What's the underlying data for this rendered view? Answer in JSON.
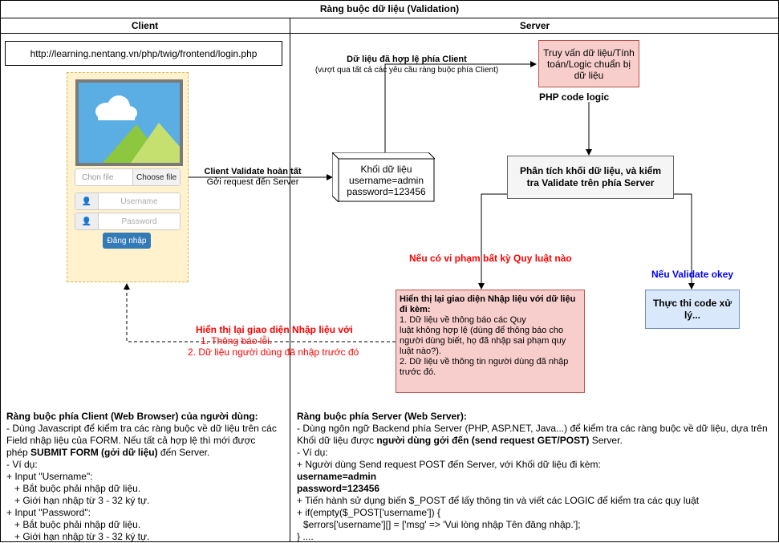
{
  "title": "Ràng buộc dữ liệu (Validation)",
  "columns": {
    "client": "Client",
    "server": "Server"
  },
  "client": {
    "url": "http://learning.nentang.vn/php/twig/frontend/login.php",
    "form": {
      "file_placeholder": "Chọn file",
      "file_button": "Choose file",
      "username_placeholder": "Username",
      "password_placeholder": "Password",
      "submit_label": "Đăng nhập"
    },
    "arrow_label": {
      "line1": "Client Validate hoàn tất",
      "line2": "Gởi request đến Server"
    },
    "back_label": {
      "line1": "Hiển thị lại giao diện Nhập liệu với",
      "line2": "1. Thông báo lỗi.",
      "line3": "2. Dữ liệu người dùng đã nhập trước đó"
    },
    "notes": {
      "heading": "Ràng buộc phía Client (Web Browser) của người dùng:",
      "lines": [
        "- Dùng Javascript để kiểm tra các ràng buộc về dữ liệu trên các",
        "Field nhập liệu của FORM. Nếu tất cả hợp lệ thì mới được",
        "- Ví dụ:",
        "+ Input \"Username\":",
        "  + Bắt buộc phải nhập dữ liệu.",
        "  + Giới hạn nhập từ 3 - 32 ký tự.",
        "+ Input \"Password\":",
        "  + Bắt buộc phải nhập dữ liệu.",
        "  + Giới hạn nhập từ 3 - 32 ký tự."
      ],
      "submit_prefix": "phép ",
      "submit_bold": "SUBMIT FORM (gởi dữ liệu)",
      "submit_suffix": " đến Server."
    }
  },
  "server": {
    "data_block": {
      "title": "Khối dữ liệu",
      "username": "username=admin",
      "password": "password=123456"
    },
    "valid_label": {
      "line1": "Dữ liệu đã hợp lệ phía Client",
      "line2": "(vượt qua tất cả các yêu cầu ràng buộc phía Client)"
    },
    "consult_box": "Truy vấn dữ liệu/Tính toán/Logic chuẩn bị dữ liệu",
    "php_label": "PHP code logic",
    "analyze_box": "Phân tích khối dữ liệu, và kiểm tra Validate trên phía Server",
    "violation_label": "Nếu có vi phạm bất kỳ Quy luật nào",
    "ok_label": "Nếu Validate okey",
    "execute_box": "Thực thi code xử lý...",
    "redisplay": {
      "heading": "Hiển thị lại giao diện Nhập liệu với dữ liệu đi kèm:",
      "lines": [
        "1. Dữ liệu về thông báo các Quy",
        "luật không hợp lệ (dùng để thông báo cho",
        "người dùng biết, họ đã nhập sai phạm quy",
        "luật nào?).",
        "2. Dữ liệu về thông tin người dùng đã nhập",
        "trước đó."
      ]
    },
    "notes": {
      "heading": "Ràng buộc phía Server (Web Server):",
      "line1": "- Dùng ngôn ngữ Backend phía Server (PHP, ASP.NET, Java...) để kiểm tra các ràng buộc về dữ liệu, dựa trên",
      "line2_prefix": "Khối dữ liệu được ",
      "line2_bold": "người dùng gởi đến (send request GET/POST)",
      "line2_suffix": " Server.",
      "line3": "- Ví dụ:",
      "line4": "+ Người dùng Send request POST đến Server, với Khối dữ liệu đi kèm:",
      "line5": "username=admin",
      "line6": "password=123456",
      "line7": "+ Tiến hành sử dụng biến $_POST để lấy thông tin và viết các LOGIC để kiểm tra các quy luật",
      "line8": "+ if(empty($_POST['username']) {",
      "line9": "   $errors['username'][] = ['msg' => 'Vui lòng nhập Tên đăng nhập.'];",
      "line10": "} ...."
    }
  },
  "colors": {
    "red_text": "#ff0000",
    "blue_text": "#0000ff",
    "form_bg": "#fff2cc",
    "error_box": "#f8cecc",
    "ok_box": "#dae8fc"
  }
}
